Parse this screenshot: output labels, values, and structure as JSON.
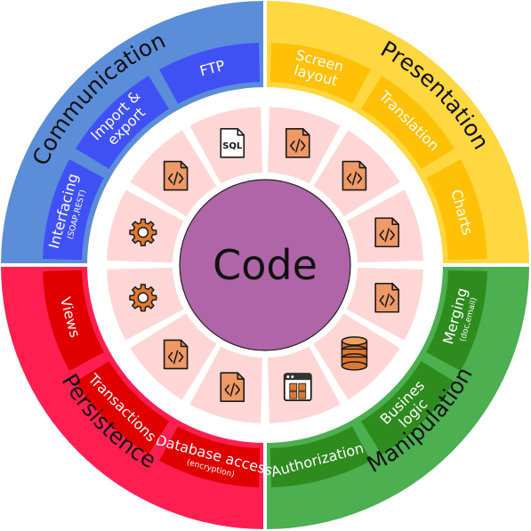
{
  "center": {
    "label": "Code"
  },
  "colors": {
    "communication": "#5b8dd9",
    "presentation": "#ffd740",
    "manipulation": "#4caf50",
    "persistence": "#ff1e50",
    "icon_fill": "#ee9966",
    "center_fill": "#b065a8",
    "tile_fill": "#ffd6d6"
  },
  "quadrants": [
    {
      "key": "communication",
      "title": "Communication",
      "segment_color": "#3f51f5",
      "segments": [
        {
          "label": "Interfacing",
          "sublabel": "(SOAP,REST)"
        },
        {
          "label": "Import &",
          "label2": "export"
        },
        {
          "label": "FTP"
        }
      ]
    },
    {
      "key": "presentation",
      "title": "Presentation",
      "segment_color": "#ffc107",
      "segments": [
        {
          "label": "Screen",
          "label2": "layout"
        },
        {
          "label": "Translation"
        },
        {
          "label": "Charts"
        }
      ]
    },
    {
      "key": "manipulation",
      "title": "Manipulation",
      "segment_color": "#2e8b1e",
      "segments": [
        {
          "label": "Merging",
          "sublabel": "(doc,email)"
        },
        {
          "label": "Busines",
          "label2": "logic"
        },
        {
          "label": "Authorization"
        }
      ]
    },
    {
      "key": "persistence",
      "title": "Persistence",
      "segment_color": "#e00000",
      "segments": [
        {
          "label": "Database access",
          "sublabel": "(encryption)"
        },
        {
          "label": "Transactions"
        },
        {
          "label": "Views"
        }
      ]
    }
  ],
  "tiles": [
    {
      "icon": "code-file-icon"
    },
    {
      "icon": "code-file-icon"
    },
    {
      "icon": "code-file-icon"
    },
    {
      "icon": "code-file-icon"
    },
    {
      "icon": "database-icon"
    },
    {
      "icon": "window-grid-icon"
    },
    {
      "icon": "code-file-icon"
    },
    {
      "icon": "code-file-icon"
    },
    {
      "icon": "gear-icon"
    },
    {
      "icon": "gear-icon"
    },
    {
      "icon": "code-file-icon"
    },
    {
      "icon": "sql-file-icon",
      "text": "SQL"
    }
  ]
}
